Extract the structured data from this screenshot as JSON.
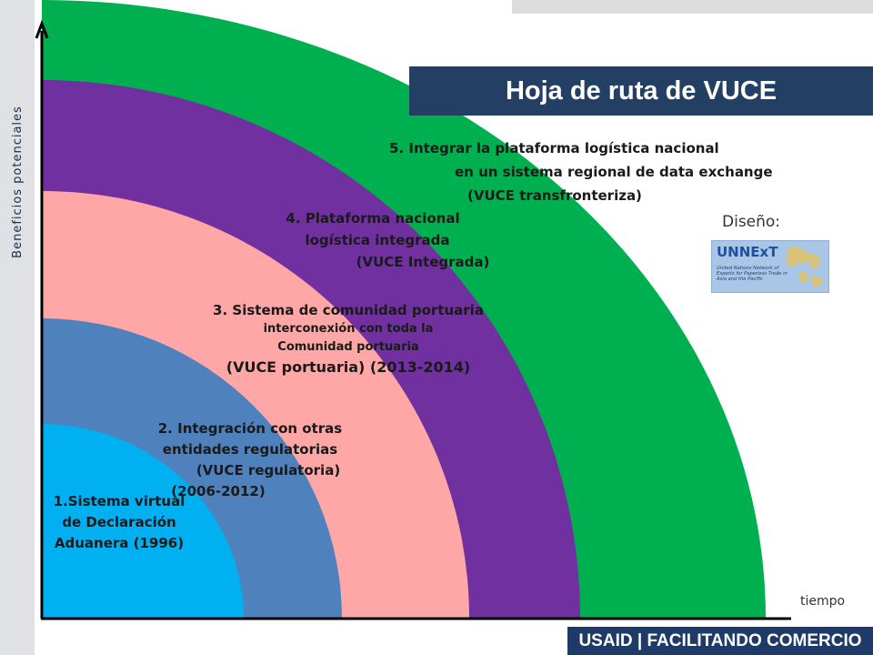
{
  "title": "Hoja de ruta de VUCE",
  "axes": {
    "y_label": "Beneficios potenciales",
    "x_label": "tiempo"
  },
  "design": {
    "label": "Diseño:",
    "logo_text": "UNNExT",
    "logo_subtitle": "United Nations Network of Experts for Paperless Trade in Asia and the Pacific"
  },
  "stages": [
    {
      "color": "#00b0f0",
      "lines": [
        "1.Sistema virtual",
        "de  Declaración",
        "Aduanera (1996)"
      ]
    },
    {
      "color": "#4f81bd",
      "lines": [
        "2. Integración con otras",
        "entidades regulatorias",
        "(VUCE regulatoria)",
        "(2006-2012)"
      ]
    },
    {
      "color": "#ffa7a7",
      "lines": [
        "3. Sistema de comunidad  portuaria",
        "interconexión con toda la",
        "Comunidad  portuaria",
        "(VUCE portuaria) (2013-2014)"
      ]
    },
    {
      "color": "#7030a0",
      "lines": [
        "4. Plataforma nacional",
        "logística integrada",
        "(VUCE Integrada)"
      ]
    },
    {
      "color": "#00b050",
      "lines": [
        "5. Integrar la plataforma logística nacional",
        "en un sistema regional de data exchange",
        "(VUCE transfronteriza)"
      ]
    }
  ],
  "footer": "USAID | FACILITANDO COMERCIO"
}
